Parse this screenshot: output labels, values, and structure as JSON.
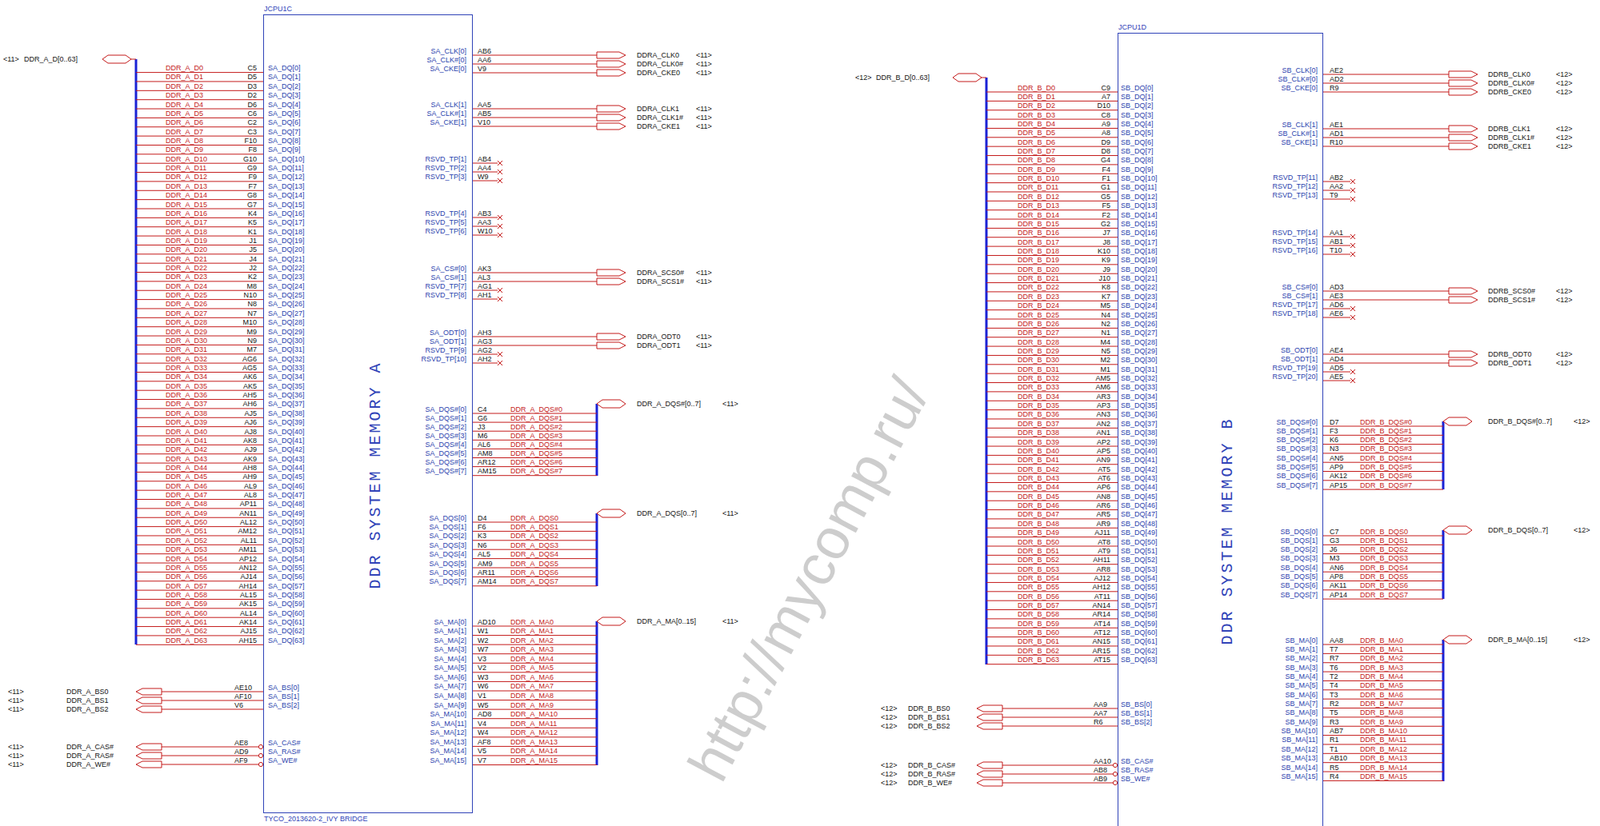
{
  "diagram": {
    "nodes": [
      {
        "text": [
          "JCPU1C",
          "DDR SYSTEM MEMORY A",
          "TYCO_2013620-2_IVY BRIDGE"
        ]
      },
      {
        "text": [
          "JCPU1D",
          "DDR SYSTEM MEMORY B"
        ]
      }
    ],
    "labels": [
      "<11>",
      "DDR_A_D[0..63]",
      "DDR_A_D0",
      "C5",
      "SA_DQ[0]",
      "DDR_A_D1",
      "D5",
      "SA_DQ[1]",
      "DDR_A_D2",
      "D3",
      "SA_DQ[2]",
      "DDR_A_D3",
      "D2",
      "SA_DQ[3]",
      "DDR_A_D4",
      "D6",
      "SA_DQ[4]",
      "DDR_A_D5",
      "C6",
      "SA_DQ[5]",
      "DDR_A_D6",
      "C2",
      "SA_DQ[6]",
      "DDR_A_D7",
      "C3",
      "SA_DQ[7]",
      "DDR_A_D8",
      "F10",
      "SA_DQ[8]",
      "DDR_A_D9",
      "F8",
      "SA_DQ[9]",
      "DDR_A_D10",
      "G10",
      "SA_DQ[10]",
      "DDR_A_D11",
      "G9",
      "SA_DQ[11]",
      "DDR_A_D12",
      "F9",
      "SA_DQ[12]",
      "DDR_A_D13",
      "F7",
      "SA_DQ[13]",
      "DDR_A_D14",
      "G8",
      "SA_DQ[14]",
      "DDR_A_D15",
      "G7",
      "SA_DQ[15]",
      "DDR_A_D16",
      "K4",
      "SA_DQ[16]",
      "DDR_A_D17",
      "K5",
      "SA_DQ[17]",
      "DDR_A_D18",
      "K1",
      "SA_DQ[18]",
      "DDR_A_D19",
      "J1",
      "SA_DQ[19]",
      "DDR_A_D20",
      "J5",
      "SA_DQ[20]",
      "DDR_A_D21",
      "J4",
      "SA_DQ[21]",
      "DDR_A_D22",
      "J2",
      "SA_DQ[22]",
      "DDR_A_D23",
      "K2",
      "SA_DQ[23]",
      "DDR_A_D24",
      "M8",
      "SA_DQ[24]",
      "DDR_A_D25",
      "N10",
      "SA_DQ[25]",
      "DDR_A_D26",
      "N8",
      "SA_DQ[26]",
      "DDR_A_D27",
      "N7",
      "SA_DQ[27]",
      "DDR_A_D28",
      "M10",
      "SA_DQ[28]",
      "DDR_A_D29",
      "M9",
      "SA_DQ[29]",
      "DDR_A_D30",
      "N9",
      "SA_DQ[30]",
      "DDR_A_D31",
      "M7",
      "SA_DQ[31]",
      "DDR_A_D32",
      "AG6",
      "SA_DQ[32]",
      "DDR_A_D33",
      "AG5",
      "SA_DQ[33]",
      "DDR_A_D34",
      "AK6",
      "SA_DQ[34]",
      "DDR_A_D35",
      "AK5",
      "SA_DQ[35]",
      "DDR_A_D36",
      "AH5",
      "SA_DQ[36]",
      "DDR_A_D37",
      "AH6",
      "SA_DQ[37]",
      "DDR_A_D38",
      "AJ5",
      "SA_DQ[38]",
      "DDR_A_D39",
      "AJ6",
      "SA_DQ[39]",
      "DDR_A_D40",
      "AJ8",
      "SA_DQ[40]",
      "DDR_A_D41",
      "AK8",
      "SA_DQ[41]",
      "DDR_A_D42",
      "AJ9",
      "SA_DQ[42]",
      "DDR_A_D43",
      "AK9",
      "SA_DQ[43]",
      "DDR_A_D44",
      "AH8",
      "SA_DQ[44]",
      "DDR_A_D45",
      "AH9",
      "SA_DQ[45]",
      "DDR_A_D46",
      "AL9",
      "SA_DQ[46]",
      "DDR_A_D47",
      "AL8",
      "SA_DQ[47]",
      "DDR_A_D48",
      "AP11",
      "SA_DQ[48]",
      "DDR_A_D49",
      "AN11",
      "SA_DQ[49]",
      "DDR_A_D50",
      "AL12",
      "SA_DQ[50]",
      "DDR_A_D51",
      "AM12",
      "SA_DQ[51]",
      "DDR_A_D52",
      "AL11",
      "SA_DQ[52]",
      "DDR_A_D53",
      "AM11",
      "SA_DQ[53]",
      "DDR_A_D54",
      "AP12",
      "SA_DQ[54]",
      "DDR_A_D55",
      "AN12",
      "SA_DQ[55]",
      "DDR_A_D56",
      "AJ14",
      "SA_DQ[56]",
      "DDR_A_D57",
      "AH14",
      "SA_DQ[57]",
      "DDR_A_D58",
      "AL15",
      "SA_DQ[58]",
      "DDR_A_D59",
      "AK15",
      "SA_DQ[59]",
      "DDR_A_D60",
      "AL14",
      "SA_DQ[60]",
      "DDR_A_D61",
      "AK14",
      "SA_DQ[61]",
      "DDR_A_D62",
      "AJ15",
      "SA_DQ[62]",
      "DDR_A_D63",
      "AH15",
      "SA_DQ[63]",
      "<11>",
      "DDR_A_BS0",
      "AE10",
      "SA_BS[0]",
      "<11>",
      "DDR_A_BS1",
      "AF10",
      "SA_BS[1]",
      "<11>",
      "DDR_A_BS2",
      "V6",
      "SA_BS[2]",
      "<11>",
      "DDR_A_CAS#",
      "AE8",
      "SA_CAS#",
      "<11>",
      "DDR_A_RAS#",
      "AD9",
      "SA_RAS#",
      "<11>",
      "DDR_A_WE#",
      "AF9",
      "SA_WE#",
      "SA_CLK[0]",
      "AB6",
      "DDRA_CLK0",
      "<11>",
      "SA_CLK#[0]",
      "AA6",
      "DDRA_CLK0#",
      "<11>",
      "SA_CKE[0]",
      "V9",
      "DDRA_CKE0",
      "<11>",
      "SA_CLK[1]",
      "AA5",
      "DDRA_CLK1",
      "<11>",
      "SA_CLK#[1]",
      "AB5",
      "DDRA_CLK1#",
      "<11>",
      "SA_CKE[1]",
      "V10",
      "DDRA_CKE1",
      "<11>",
      "RSVD_TP[1]",
      "AB4",
      "RSVD_TP[2]",
      "AA4",
      "RSVD_TP[3]",
      "W9",
      "RSVD_TP[4]",
      "AB3",
      "RSVD_TP[5]",
      "AA3",
      "RSVD_TP[6]",
      "W10",
      "SA_CS#[0]",
      "AK3",
      "DDRA_SCS0#",
      "<11>",
      "SA_CS#[1]",
      "AL3",
      "DDRA_SCS1#",
      "<11>",
      "RSVD_TP[7]",
      "AG1",
      "RSVD_TP[8]",
      "AH1",
      "SA_ODT[0]",
      "AH3",
      "DDRA_ODT0",
      "<11>",
      "SA_ODT[1]",
      "AG3",
      "DDRA_ODT1",
      "<11>",
      "RSVD_TP[9]",
      "AG2",
      "RSVD_TP[10]",
      "AH2",
      "DDR_A_DQS#[0..7]",
      "<11>",
      "SA_DQS#[0]",
      "C4",
      "DDR_A_DQS#0",
      "SA_DQS#[1]",
      "G6",
      "DDR_A_DQS#1",
      "SA_DQS#[2]",
      "J3",
      "DDR_A_DQS#2",
      "SA_DQS#[3]",
      "M6",
      "DDR_A_DQS#3",
      "SA_DQS#[4]",
      "AL6",
      "DDR_A_DQS#4",
      "SA_DQS#[5]",
      "AM8",
      "DDR_A_DQS#5",
      "SA_DQS#[6]",
      "AR12",
      "DDR_A_DQS#6",
      "SA_DQS#[7]",
      "AM15",
      "DDR_A_DQS#7",
      "DDR_A_DQS[0..7]",
      "<11>",
      "SA_DQS[0]",
      "D4",
      "DDR_A_DQS0",
      "SA_DQS[1]",
      "F6",
      "DDR_A_DQS1",
      "SA_DQS[2]",
      "K3",
      "DDR_A_DQS2",
      "SA_DQS[3]",
      "N6",
      "DDR_A_DQS3",
      "SA_DQS[4]",
      "AL5",
      "DDR_A_DQS4",
      "SA_DQS[5]",
      "AM9",
      "DDR_A_DQS5",
      "SA_DQS[6]",
      "AR11",
      "DDR_A_DQS6",
      "SA_DQS[7]",
      "AM14",
      "DDR_A_DQS7",
      "DDR_A_MA[0..15]",
      "<11>",
      "SA_MA[0]",
      "AD10",
      "DDR_A_MA0",
      "SA_MA[1]",
      "W1",
      "DDR_A_MA1",
      "SA_MA[2]",
      "W2",
      "DDR_A_MA2",
      "SA_MA[3]",
      "W7",
      "DDR_A_MA3",
      "SA_MA[4]",
      "V3",
      "DDR_A_MA4",
      "SA_MA[5]",
      "V2",
      "DDR_A_MA5",
      "SA_MA[6]",
      "W3",
      "DDR_A_MA6",
      "SA_MA[7]",
      "W6",
      "DDR_A_MA7",
      "SA_MA[8]",
      "V1",
      "DDR_A_MA8",
      "SA_MA[9]",
      "W5",
      "DDR_A_MA9",
      "SA_MA[10]",
      "AD8",
      "DDR_A_MA10",
      "SA_MA[11]",
      "V4",
      "DDR_A_MA11",
      "SA_MA[12]",
      "W4",
      "DDR_A_MA12",
      "SA_MA[13]",
      "AF8",
      "DDR_A_MA13",
      "SA_MA[14]",
      "V5",
      "DDR_A_MA14",
      "SA_MA[15]",
      "V7",
      "DDR_A_MA15",
      "<12>",
      "DDR_B_D[0..63]",
      "DDR_B_D0",
      "C9",
      "SB_DQ[0]",
      "DDR_B_D1",
      "A7",
      "SB_DQ[1]",
      "DDR_B_D2",
      "D10",
      "SB_DQ[2]",
      "DDR_B_D3",
      "C8",
      "SB_DQ[3]",
      "DDR_B_D4",
      "A9",
      "SB_DQ[4]",
      "DDR_B_D5",
      "A8",
      "SB_DQ[5]",
      "DDR_B_D6",
      "D9",
      "SB_DQ[6]",
      "DDR_B_D7",
      "D8",
      "SB_DQ[7]",
      "DDR_B_D8",
      "G4",
      "SB_DQ[8]",
      "DDR_B_D9",
      "F4",
      "SB_DQ[9]",
      "DDR_B_D10",
      "F1",
      "SB_DQ[10]",
      "DDR_B_D11",
      "G1",
      "SB_DQ[11]",
      "DDR_B_D12",
      "G5",
      "SB_DQ[12]",
      "DDR_B_D13",
      "F5",
      "SB_DQ[13]",
      "DDR_B_D14",
      "F2",
      "SB_DQ[14]",
      "DDR_B_D15",
      "G2",
      "SB_DQ[15]",
      "DDR_B_D16",
      "J7",
      "SB_DQ[16]",
      "DDR_B_D17",
      "J8",
      "SB_DQ[17]",
      "DDR_B_D18",
      "K10",
      "SB_DQ[18]",
      "DDR_B_D19",
      "K9",
      "SB_DQ[19]",
      "DDR_B_D20",
      "J9",
      "SB_DQ[20]",
      "DDR_B_D21",
      "J10",
      "SB_DQ[21]",
      "DDR_B_D22",
      "K8",
      "SB_DQ[22]",
      "DDR_B_D23",
      "K7",
      "SB_DQ[23]",
      "DDR_B_D24",
      "M5",
      "SB_DQ[24]",
      "DDR_B_D25",
      "N4",
      "SB_DQ[25]",
      "DDR_B_D26",
      "N2",
      "SB_DQ[26]",
      "DDR_B_D27",
      "N1",
      "SB_DQ[27]",
      "DDR_B_D28",
      "M4",
      "SB_DQ[28]",
      "DDR_B_D29",
      "N5",
      "SB_DQ[29]",
      "DDR_B_D30",
      "M2",
      "SB_DQ[30]",
      "DDR_B_D31",
      "M1",
      "SB_DQ[31]",
      "DDR_B_D32",
      "AM5",
      "SB_DQ[32]",
      "DDR_B_D33",
      "AM6",
      "SB_DQ[33]",
      "DDR_B_D34",
      "AR3",
      "SB_DQ[34]",
      "DDR_B_D35",
      "AP3",
      "SB_DQ[35]",
      "DDR_B_D36",
      "AN3",
      "SB_DQ[36]",
      "DDR_B_D37",
      "AN2",
      "SB_DQ[37]",
      "DDR_B_D38",
      "AN1",
      "SB_DQ[38]",
      "DDR_B_D39",
      "AP2",
      "SB_DQ[39]",
      "DDR_B_D40",
      "AP5",
      "SB_DQ[40]",
      "DDR_B_D41",
      "AN9",
      "SB_DQ[41]",
      "DDR_B_D42",
      "AT5",
      "SB_DQ[42]",
      "DDR_B_D43",
      "AT6",
      "SB_DQ[43]",
      "DDR_B_D44",
      "AP6",
      "SB_DQ[44]",
      "DDR_B_D45",
      "AN8",
      "SB_DQ[45]",
      "DDR_B_D46",
      "AR6",
      "SB_DQ[46]",
      "DDR_B_D47",
      "AR5",
      "SB_DQ[47]",
      "DDR_B_D48",
      "AR9",
      "SB_DQ[48]",
      "DDR_B_D49",
      "AJ11",
      "SB_DQ[49]",
      "DDR_B_D50",
      "AT8",
      "SB_DQ[50]",
      "DDR_B_D51",
      "AT9",
      "SB_DQ[51]",
      "DDR_B_D52",
      "AH11",
      "SB_DQ[52]",
      "DDR_B_D53",
      "AR8",
      "SB_DQ[53]",
      "DDR_B_D54",
      "AJ12",
      "SB_DQ[54]",
      "DDR_B_D55",
      "AH12",
      "SB_DQ[55]",
      "DDR_B_D56",
      "AT11",
      "SB_DQ[56]",
      "DDR_B_D57",
      "AN14",
      "SB_DQ[57]",
      "DDR_B_D58",
      "AR14",
      "SB_DQ[58]",
      "DDR_B_D59",
      "AT14",
      "SB_DQ[59]",
      "DDR_B_D60",
      "AT12",
      "SB_DQ[60]",
      "DDR_B_D61",
      "AN15",
      "SB_DQ[61]",
      "DDR_B_D62",
      "AR15",
      "SB_DQ[62]",
      "DDR_B_D63",
      "AT15",
      "SB_DQ[63]",
      "<12>",
      "DDR_B_BS0",
      "AA9",
      "SB_BS[0]",
      "<12>",
      "DDR_B_BS1",
      "AA7",
      "SB_BS[1]",
      "<12>",
      "DDR_B_BS2",
      "R6",
      "SB_BS[2]",
      "<12>",
      "DDR_B_CAS#",
      "AA10",
      "SB_CAS#",
      "<12>",
      "DDR_B_RAS#",
      "AB8",
      "SB_RAS#",
      "<12>",
      "DDR_B_WE#",
      "AB9",
      "SB_WE#",
      "SB_CLK[0]",
      "AE2",
      "DDRB_CLK0",
      "<12>",
      "SB_CLK#[0]",
      "AD2",
      "DDRB_CLK0#",
      "<12>",
      "SB_CKE[0]",
      "R9",
      "DDRB_CKE0",
      "<12>",
      "SB_CLK[1]",
      "AE1",
      "DDRB_CLK1",
      "<12>",
      "SB_CLK#[1]",
      "AD1",
      "DDRB_CLK1#",
      "<12>",
      "SB_CKE[1]",
      "R10",
      "DDRB_CKE1",
      "<12>",
      "RSVD_TP[11]",
      "AB2",
      "RSVD_TP[12]",
      "AA2",
      "RSVD_TP[13]",
      "T9",
      "RSVD_TP[14]",
      "AA1",
      "RSVD_TP[15]",
      "AB1",
      "RSVD_TP[16]",
      "T10",
      "SB_CS#[0]",
      "AD3",
      "DDRB_SCS0#",
      "<12>",
      "SB_CS#[1]",
      "AE3",
      "DDRB_SCS1#",
      "<12>",
      "RSVD_TP[17]",
      "AD6",
      "RSVD_TP[18]",
      "AE6",
      "SB_ODT[0]",
      "AE4",
      "DDRB_ODT0",
      "<12>",
      "SB_ODT[1]",
      "AD4",
      "DDRB_ODT1",
      "<12>",
      "RSVD_TP[19]",
      "AD5",
      "RSVD_TP[20]",
      "AE5",
      "DDR_B_DQS#[0..7]",
      "<12>",
      "SB_DQS#[0]",
      "D7",
      "DDR_B_DQS#0",
      "SB_DQS#[1]",
      "F3",
      "DDR_B_DQS#1",
      "SB_DQS#[2]",
      "K6",
      "DDR_B_DQS#2",
      "SB_DQS#[3]",
      "N3",
      "DDR_B_DQS#3",
      "SB_DQS#[4]",
      "AN5",
      "DDR_B_DQS#4",
      "SB_DQS#[5]",
      "AP9",
      "DDR_B_DQS#5",
      "SB_DQS#[6]",
      "AK12",
      "DDR_B_DQS#6",
      "SB_DQS#[7]",
      "AP15",
      "DDR_B_DQS#7",
      "DDR_B_DQS[0..7]",
      "<12>",
      "SB_DQS[0]",
      "C7",
      "DDR_B_DQS0",
      "SB_DQS[1]",
      "G3",
      "DDR_B_DQS1",
      "SB_DQS[2]",
      "J6",
      "DDR_B_DQS2",
      "SB_DQS[3]",
      "M3",
      "DDR_B_DQS3",
      "SB_DQS[4]",
      "AN6",
      "DDR_B_DQS4",
      "SB_DQS[5]",
      "AP8",
      "DDR_B_DQS5",
      "SB_DQS[6]",
      "AK11",
      "DDR_B_DQS6",
      "SB_DQS[7]",
      "AP14",
      "DDR_B_DQS7",
      "DDR_B_MA[0..15]",
      "<12>",
      "SB_MA[0]",
      "AA8",
      "DDR_B_MA0",
      "SB_MA[1]",
      "T7",
      "DDR_B_MA1",
      "SB_MA[2]",
      "R7",
      "DDR_B_MA2",
      "SB_MA[3]",
      "T6",
      "DDR_B_MA3",
      "SB_MA[4]",
      "T2",
      "DDR_B_MA4",
      "SB_MA[5]",
      "T4",
      "DDR_B_MA5",
      "SB_MA[6]",
      "T3",
      "DDR_B_MA6",
      "SB_MA[7]",
      "R2",
      "DDR_B_MA7",
      "SB_MA[8]",
      "T5",
      "DDR_B_MA8",
      "SB_MA[9]",
      "R3",
      "DDR_B_MA9",
      "SB_MA[10]",
      "AB7",
      "DDR_B_MA10",
      "SB_MA[11]",
      "R1",
      "DDR_B_MA11",
      "SB_MA[12]",
      "T1",
      "DDR_B_MA12",
      "SB_MA[13]",
      "AB10",
      "DDR_B_MA13",
      "SB_MA[14]",
      "R5",
      "DDR_B_MA14",
      "SB_MA[15]",
      "R4",
      "DDR_B_MA15",
      "http://mycomp.ru/"
    ]
  }
}
